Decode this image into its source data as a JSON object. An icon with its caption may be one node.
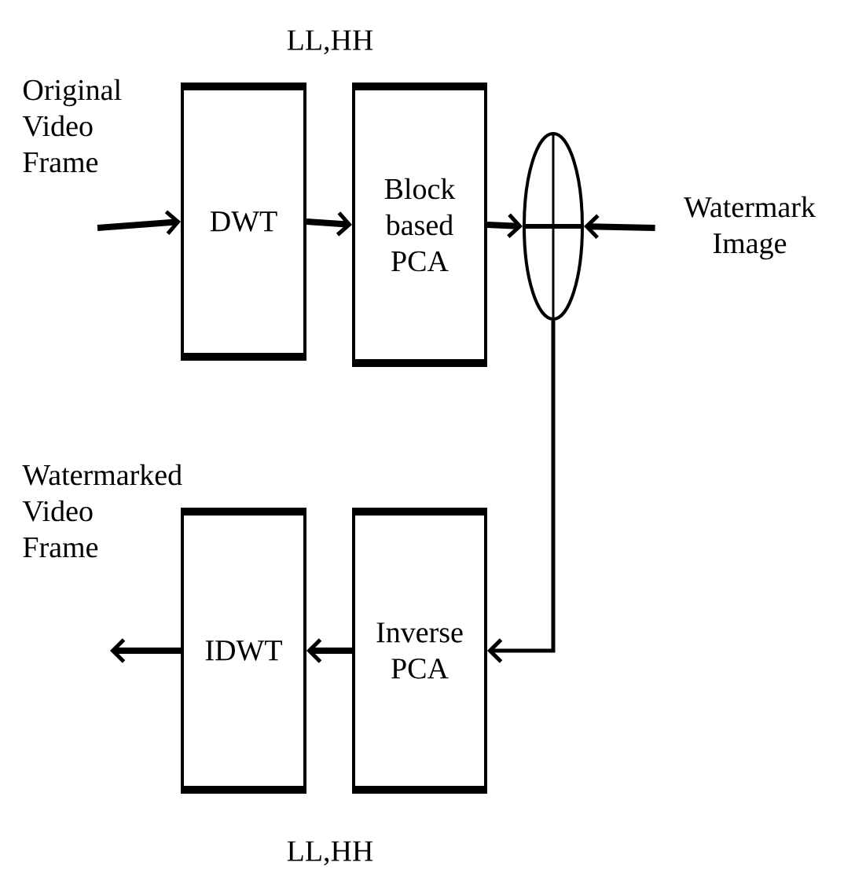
{
  "diagram": {
    "nodes": [
      {
        "text": [
          "DWT"
        ]
      },
      {
        "text": [
          "Block based PCA"
        ]
      },
      {
        "text": [],
        "shape": "circle"
      },
      {
        "text": [
          "Watermark Image"
        ]
      },
      {
        "text": [
          "Inverse PCA"
        ]
      },
      {
        "text": [
          "IDWT"
        ]
      }
    ],
    "edges": [
      {
        "from": null,
        "to": 0,
        "arrow": "to"
      },
      {
        "from": 0,
        "to": 1,
        "arrow": "to"
      },
      {
        "from": 1,
        "to": 2,
        "arrow": "to"
      },
      {
        "from": 3,
        "to": 2,
        "arrow": "to"
      },
      {
        "from": 2,
        "to": 4,
        "arrow": "to"
      },
      {
        "from": 4,
        "to": 5,
        "arrow": "to"
      },
      {
        "from": 5,
        "to": null,
        "arrow": "to"
      }
    ],
    "labels": [
      "LL,HH",
      "Original Video Frame",
      "Watermarked Video Frame",
      "LL,HH"
    ]
  }
}
